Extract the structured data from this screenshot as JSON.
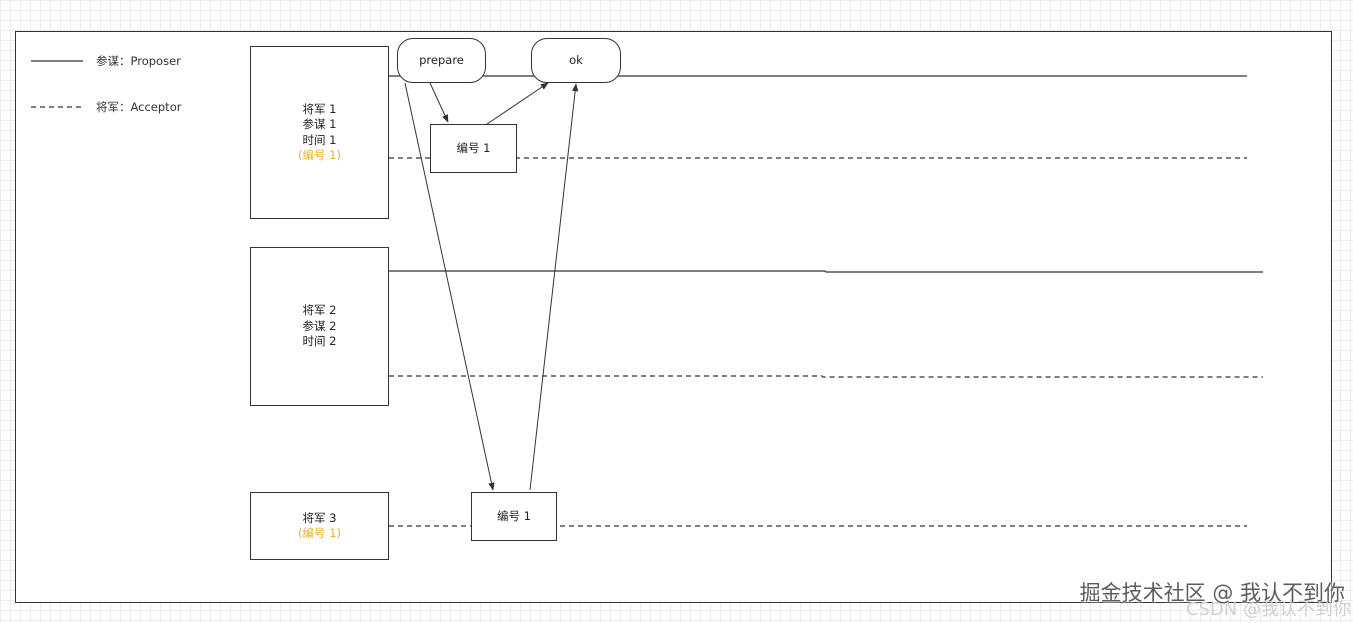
{
  "legend": {
    "proposer_label": "参谋：Proposer",
    "acceptor_label": "将军：Acceptor"
  },
  "generals": [
    {
      "lines": [
        "将军 1",
        "参谋 1",
        "时间 1"
      ],
      "note": "(编号 1)"
    },
    {
      "lines": [
        "将军 2",
        "参谋 2",
        "时间 2"
      ],
      "note": ""
    },
    {
      "lines": [
        "将军 3"
      ],
      "note": "(编号 1)"
    }
  ],
  "messages": {
    "prepare": "prepare",
    "ok": "ok",
    "number_box_1": "编号 1",
    "number_box_2": "编号 1"
  },
  "colors": {
    "note": "#e0b62b",
    "line": "#333333"
  },
  "watermark": {
    "text": "掘金技术社区 @ 我认不到你",
    "ghost_text": "CSDN @我认不到你"
  }
}
